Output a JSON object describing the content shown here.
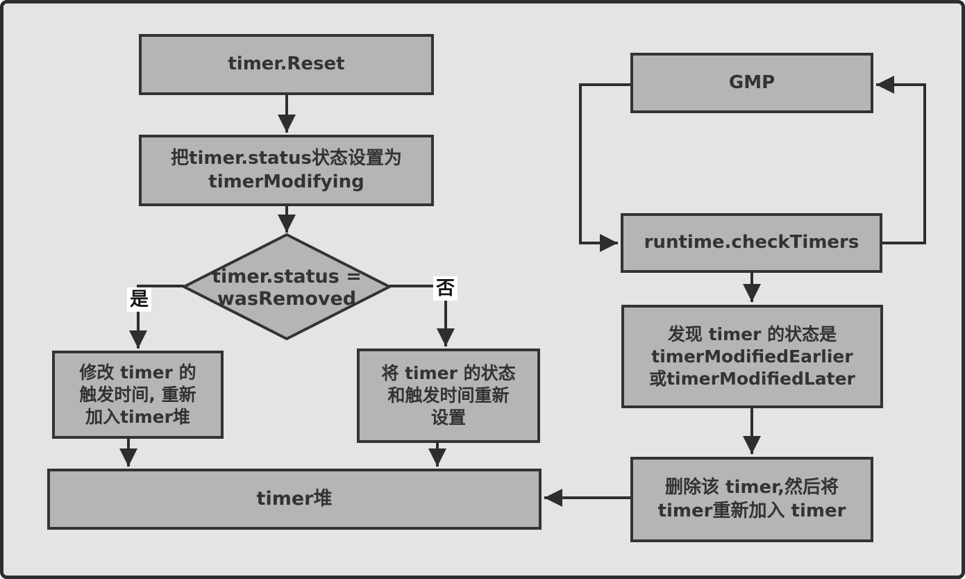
{
  "colors": {
    "background": "#e4e4e4",
    "node_fill": "#b5b5b5",
    "node_border": "#333333",
    "line": "#2e2e2e",
    "text": "#333333",
    "edge_label_bg": "#ffffff"
  },
  "nodes": {
    "timer_reset": {
      "label": "timer.Reset"
    },
    "set_status": {
      "label": "把timer.status状态设置为\ntimerModifying"
    },
    "decision": {
      "label": "timer.status =\nwasRemoved"
    },
    "modify_time": {
      "label": "修改 timer 的\n触发时间, 重新\n加入timer堆"
    },
    "reset_status_time": {
      "label": "将 timer 的状态\n和触发时间重新\n设置"
    },
    "timer_heap": {
      "label": "timer堆"
    },
    "gmp": {
      "label": "GMP"
    },
    "check_timers": {
      "label": "runtime.checkTimers"
    },
    "found_status": {
      "label": "发现 timer 的状态是\ntimerModifiedEarlier\n或timerModifiedLater"
    },
    "delete_readd": {
      "label": "删除该 timer,然后将\ntimer重新加入 timer"
    }
  },
  "edges": [
    {
      "from": "timer_reset",
      "to": "set_status",
      "label": ""
    },
    {
      "from": "set_status",
      "to": "decision",
      "label": ""
    },
    {
      "from": "decision",
      "to": "modify_time",
      "label": "是"
    },
    {
      "from": "decision",
      "to": "reset_status_time",
      "label": "否"
    },
    {
      "from": "modify_time",
      "to": "timer_heap",
      "label": ""
    },
    {
      "from": "reset_status_time",
      "to": "timer_heap",
      "label": ""
    },
    {
      "from": "gmp",
      "to": "check_timers",
      "label": ""
    },
    {
      "from": "check_timers",
      "to": "gmp",
      "label": ""
    },
    {
      "from": "check_timers",
      "to": "found_status",
      "label": ""
    },
    {
      "from": "found_status",
      "to": "delete_readd",
      "label": ""
    },
    {
      "from": "delete_readd",
      "to": "timer_heap",
      "label": ""
    }
  ]
}
